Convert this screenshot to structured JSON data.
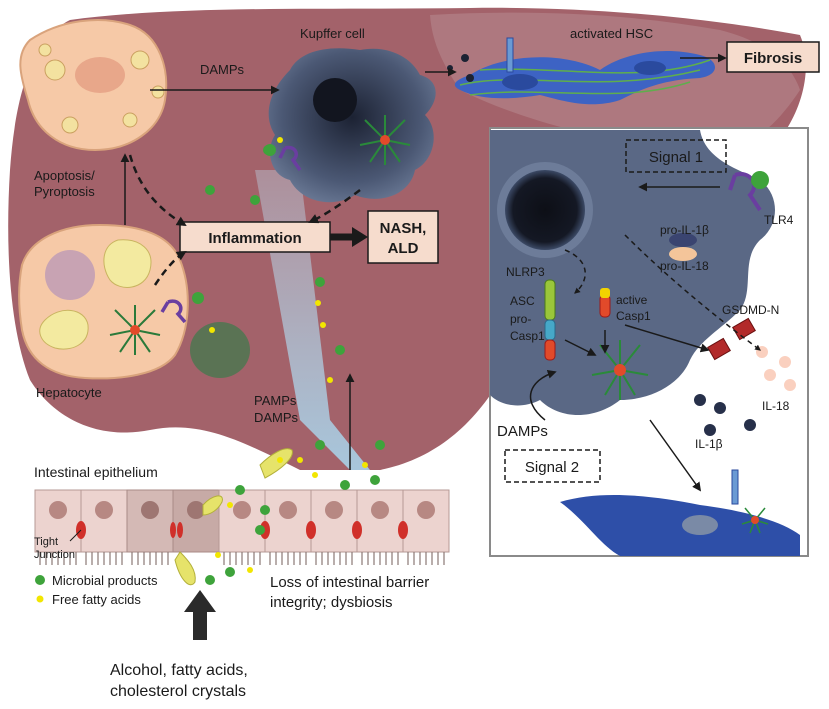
{
  "labels": {
    "kupffer_cell": "Kupffer cell",
    "activated_hsc": "activated HSC",
    "fibrosis": "Fibrosis",
    "damps_top": "DAMPs",
    "apoptosis": "Apoptosis/",
    "pyroptosis": "Pyroptosis",
    "inflammation": "Inflammation",
    "nash": "NASH,",
    "ald": "ALD",
    "hepatocyte": "Hepatocyte",
    "pamps": "PAMPs",
    "damps_mid": "DAMPs",
    "intestinal_epithelium": "Intestinal epithelium",
    "tight": "Tight",
    "junction": "Junction",
    "microbial_products": "Microbial products",
    "free_fatty_acids": "Free fatty acids",
    "loss_barrier_1": "Loss of intestinal barrier",
    "loss_barrier_2": "integrity; dysbiosis",
    "alcohol_1": "Alcohol, fatty acids,",
    "alcohol_2": "cholesterol crystals"
  },
  "inset": {
    "signal1": "Signal 1",
    "signal2": "Signal 2",
    "tlr4": "TLR4",
    "pro_il1b": "pro-IL-1β",
    "pro_il18": "pro-IL-18",
    "nlrp3": "NLRP3",
    "asc": "ASC",
    "pro": "pro-",
    "casp1": "Casp1",
    "active": "active",
    "active_casp1": "Casp1",
    "gsdmd": "GSDMD-N",
    "il18": "IL-18",
    "il1b": "IL-1β",
    "damps": "DAMPs"
  },
  "colors": {
    "liver": "#9e5a5f",
    "liver_light": "#b77a7c",
    "label_box": "#f6dccd",
    "kupffer": "#3a4660",
    "hsc": "#3b5cb8",
    "microbial": "#3ea33b",
    "ffa": "#f2e600",
    "inset_bg": "#dfe3ea",
    "cell_gray": "#4a5872"
  }
}
